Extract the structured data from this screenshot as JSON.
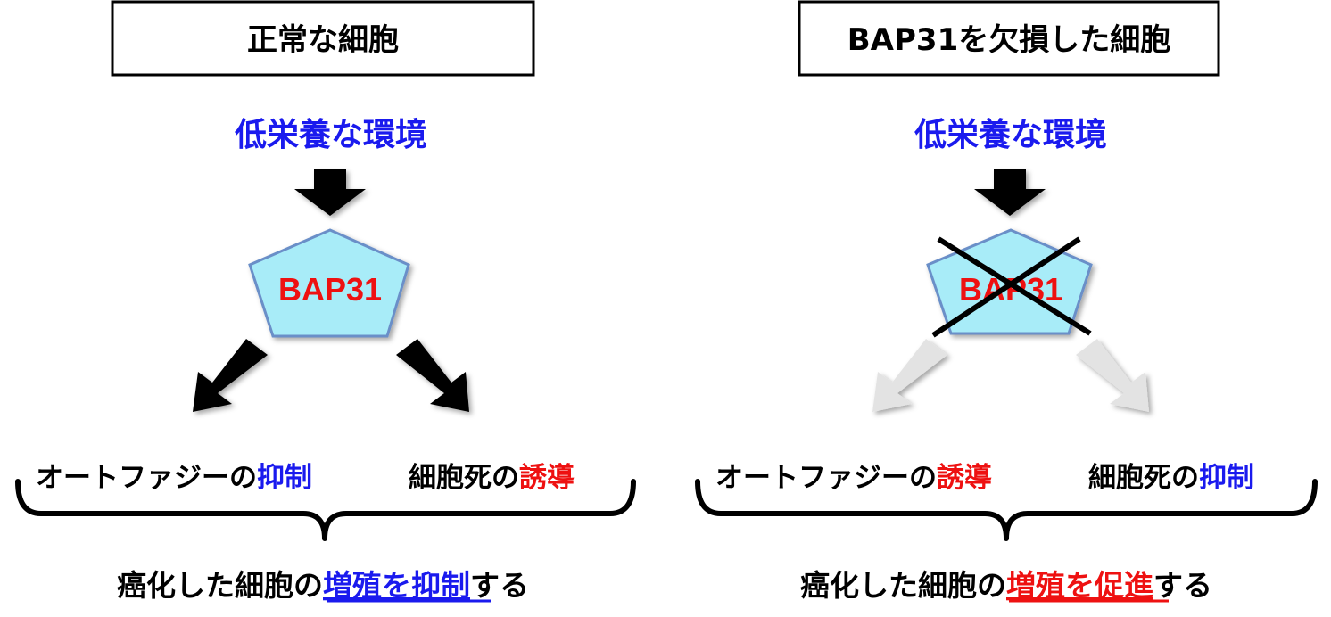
{
  "colors": {
    "blue": "#1a1aee",
    "red": "#ee1111",
    "black": "#000000",
    "pentagon_fill": "#a8ecf8",
    "pentagon_stroke": "#6a8fc8",
    "faded_arrow": "#e3e3e3"
  },
  "panels": [
    {
      "title": "正常な細胞",
      "environment": "低栄養な環境",
      "protein": "BAP31",
      "left_outcome": {
        "subject": "オートファジーの",
        "effect": "抑制"
      },
      "right_outcome": {
        "subject": "細胞死の",
        "effect": "誘導"
      },
      "result": {
        "prefix": "癌化した細胞の",
        "highlight": "増殖を抑制",
        "suffix": "する"
      }
    },
    {
      "title": "BAP31を欠損した細胞",
      "environment": "低栄養な環境",
      "protein": "BAP31",
      "left_outcome": {
        "subject": "オートファジーの",
        "effect": "誘導"
      },
      "right_outcome": {
        "subject": "細胞死の",
        "effect": "抑制"
      },
      "result": {
        "prefix": "癌化した細胞の",
        "highlight": "増殖を促進",
        "suffix": "する"
      }
    }
  ]
}
